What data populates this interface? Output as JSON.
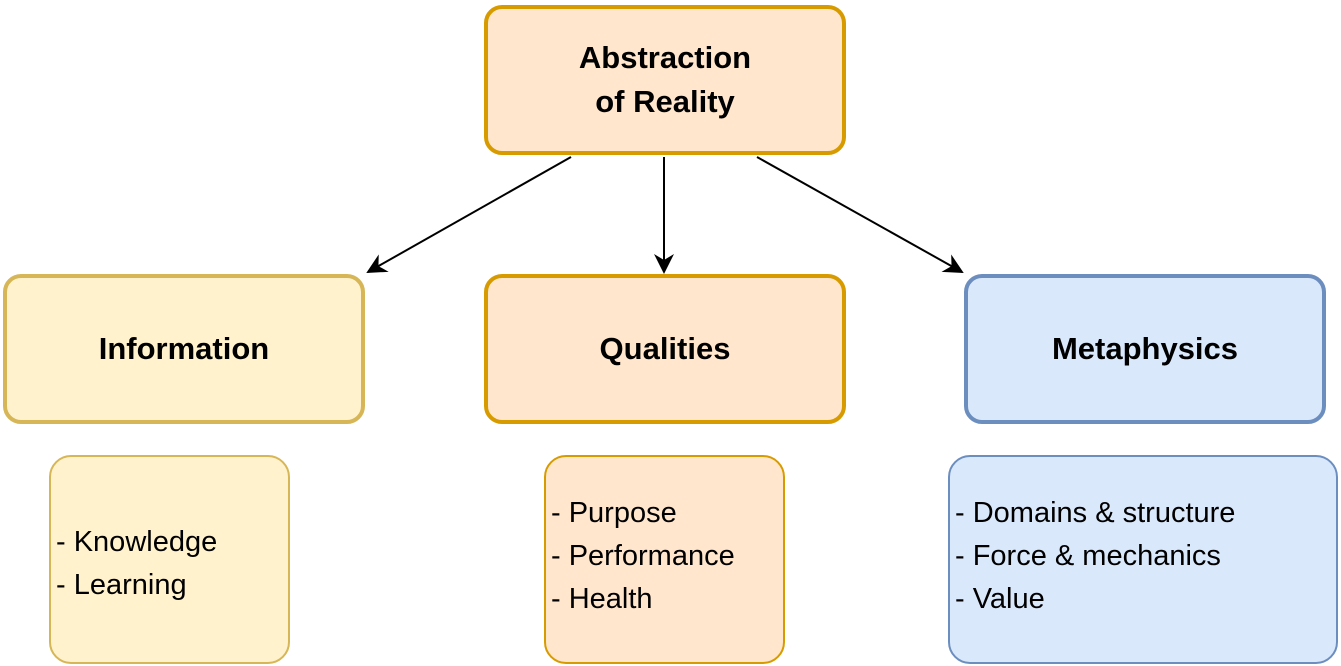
{
  "root": {
    "label": "Abstraction\nof Reality"
  },
  "categories": [
    {
      "label": "Information",
      "items": [
        "- Knowledge",
        "- Learning"
      ]
    },
    {
      "label": "Qualities",
      "items": [
        "- Purpose",
        "- Performance",
        "- Health"
      ]
    },
    {
      "label": "Metaphysics",
      "items": [
        "- Domains & structure",
        "- Force & mechanics",
        "- Value"
      ]
    }
  ],
  "colors": {
    "orange_fill": "#ffe6cc",
    "orange_stroke": "#d79b00",
    "yellow_fill": "#fff2cc",
    "yellow_stroke": "#d6b656",
    "blue_fill": "#dae8fc",
    "blue_stroke": "#6c8ebf",
    "arrow": "#000000"
  }
}
